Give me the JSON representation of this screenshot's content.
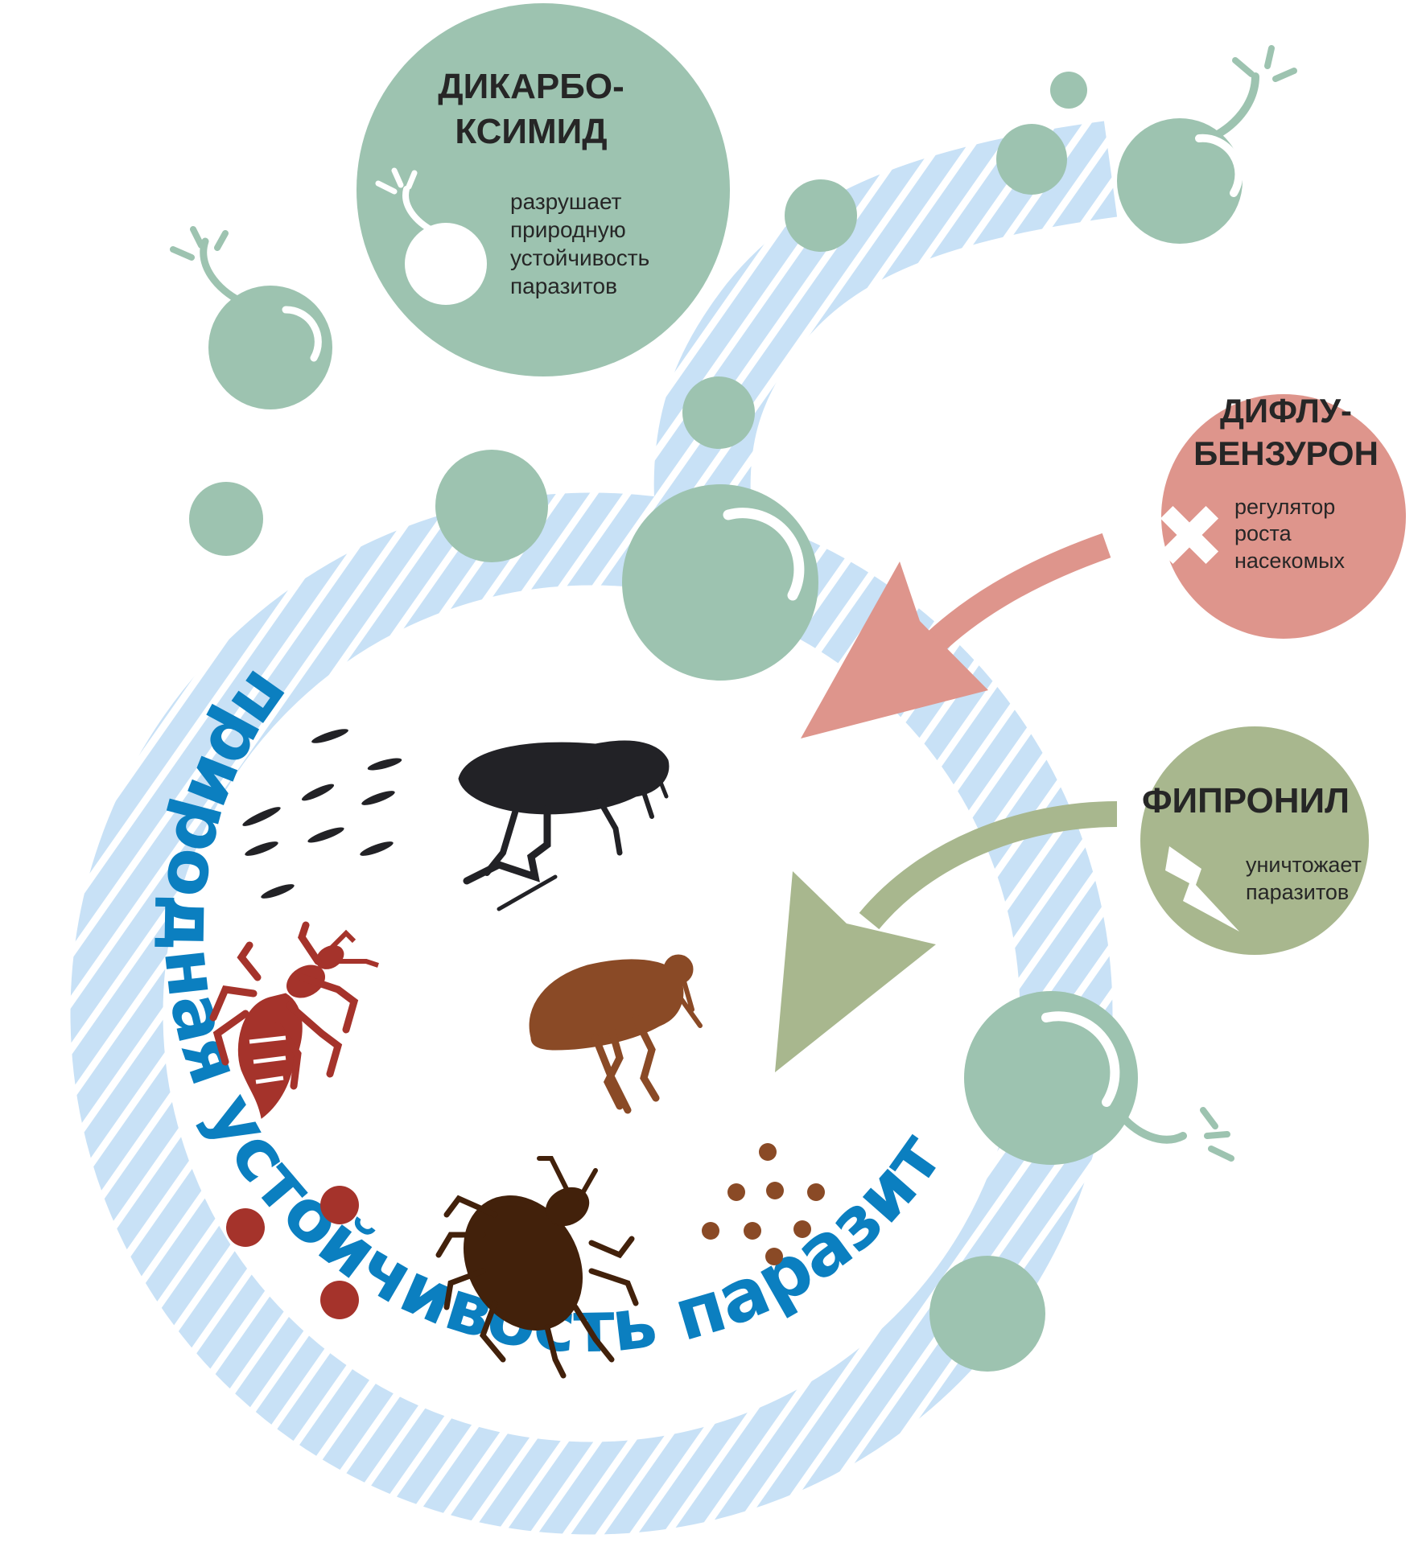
{
  "ring_label": "природная устойчивость паразитов",
  "agents": [
    {
      "id": "dicarboximide",
      "title_lines": [
        "ДИКАРБО-",
        "КСИМИД"
      ],
      "desc_lines": [
        "разрушает",
        "природную",
        "устойчивость",
        "паразитов"
      ],
      "icon": "bubble-icon",
      "color": "#9dc3b0"
    },
    {
      "id": "diflubenzuron",
      "title_lines": [
        "ДИФЛУ-",
        "БЕНЗУРОН"
      ],
      "desc_lines": [
        "регулятор",
        "роста",
        "насекомых"
      ],
      "icon": "cross-icon",
      "color": "#de958c"
    },
    {
      "id": "fipronil",
      "title_lines": [
        "ФИПРОНИЛ"
      ],
      "desc_lines": [
        "уничтожает",
        "паразитов"
      ],
      "icon": "lightning-icon",
      "color": "#a8b78e"
    }
  ],
  "colors": {
    "bubble": "#9dc3b0",
    "band": "#c8e1f6",
    "ring_text": "#0b7fc0",
    "pink_arrow": "#de958c",
    "olive_arrow": "#a8b78e",
    "flea_adult": "#222226",
    "louse": "#a5332b",
    "flea_brown": "#8a4a26",
    "tick": "#42210b",
    "louse_eggs": "#a5332b",
    "flea_dirt": "#8a4a26"
  },
  "icons": [
    "flea-eggs-icon",
    "adult-flea-icon",
    "louse-icon",
    "flea-icon",
    "louse-eggs-icon",
    "tick-icon",
    "flea-dirt-icon"
  ]
}
